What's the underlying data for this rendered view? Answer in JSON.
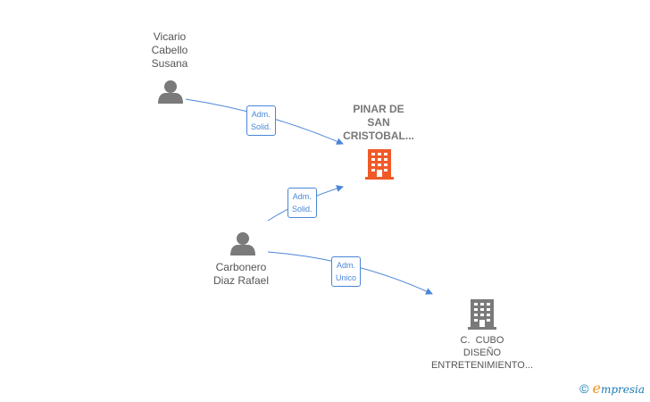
{
  "colors": {
    "edge": "#4a86d8",
    "person_icon": "#7a7a7a",
    "company_main": "#f05a28",
    "company_other": "#7a7a7a"
  },
  "nodes": {
    "person_vicario": {
      "icon": "person-icon",
      "label_lines": [
        "Vicario",
        "Cabello",
        "Susana"
      ]
    },
    "person_carbonero": {
      "icon": "person-icon",
      "label_lines": [
        "Carbonero",
        "Diaz Rafael"
      ]
    },
    "company_pinar": {
      "icon": "building-icon",
      "label_lines": [
        "PINAR DE",
        "SAN",
        "CRISTOBAL..."
      ]
    },
    "company_cubo": {
      "icon": "building-icon",
      "label_lines": [
        "C.  CUBO",
        "DISEÑO",
        "ENTRETENIMIENTO..."
      ]
    }
  },
  "edges": [
    {
      "from": "person_vicario",
      "to": "company_pinar",
      "label_lines": [
        "Adm.",
        "Solid."
      ]
    },
    {
      "from": "person_carbonero",
      "to": "company_pinar",
      "label_lines": [
        "Adm.",
        "Solid."
      ]
    },
    {
      "from": "person_carbonero",
      "to": "company_cubo",
      "label_lines": [
        "Adm.",
        "Unico"
      ]
    }
  ],
  "brand": {
    "copyright": "©",
    "e": "e",
    "rest": "mpresia"
  }
}
